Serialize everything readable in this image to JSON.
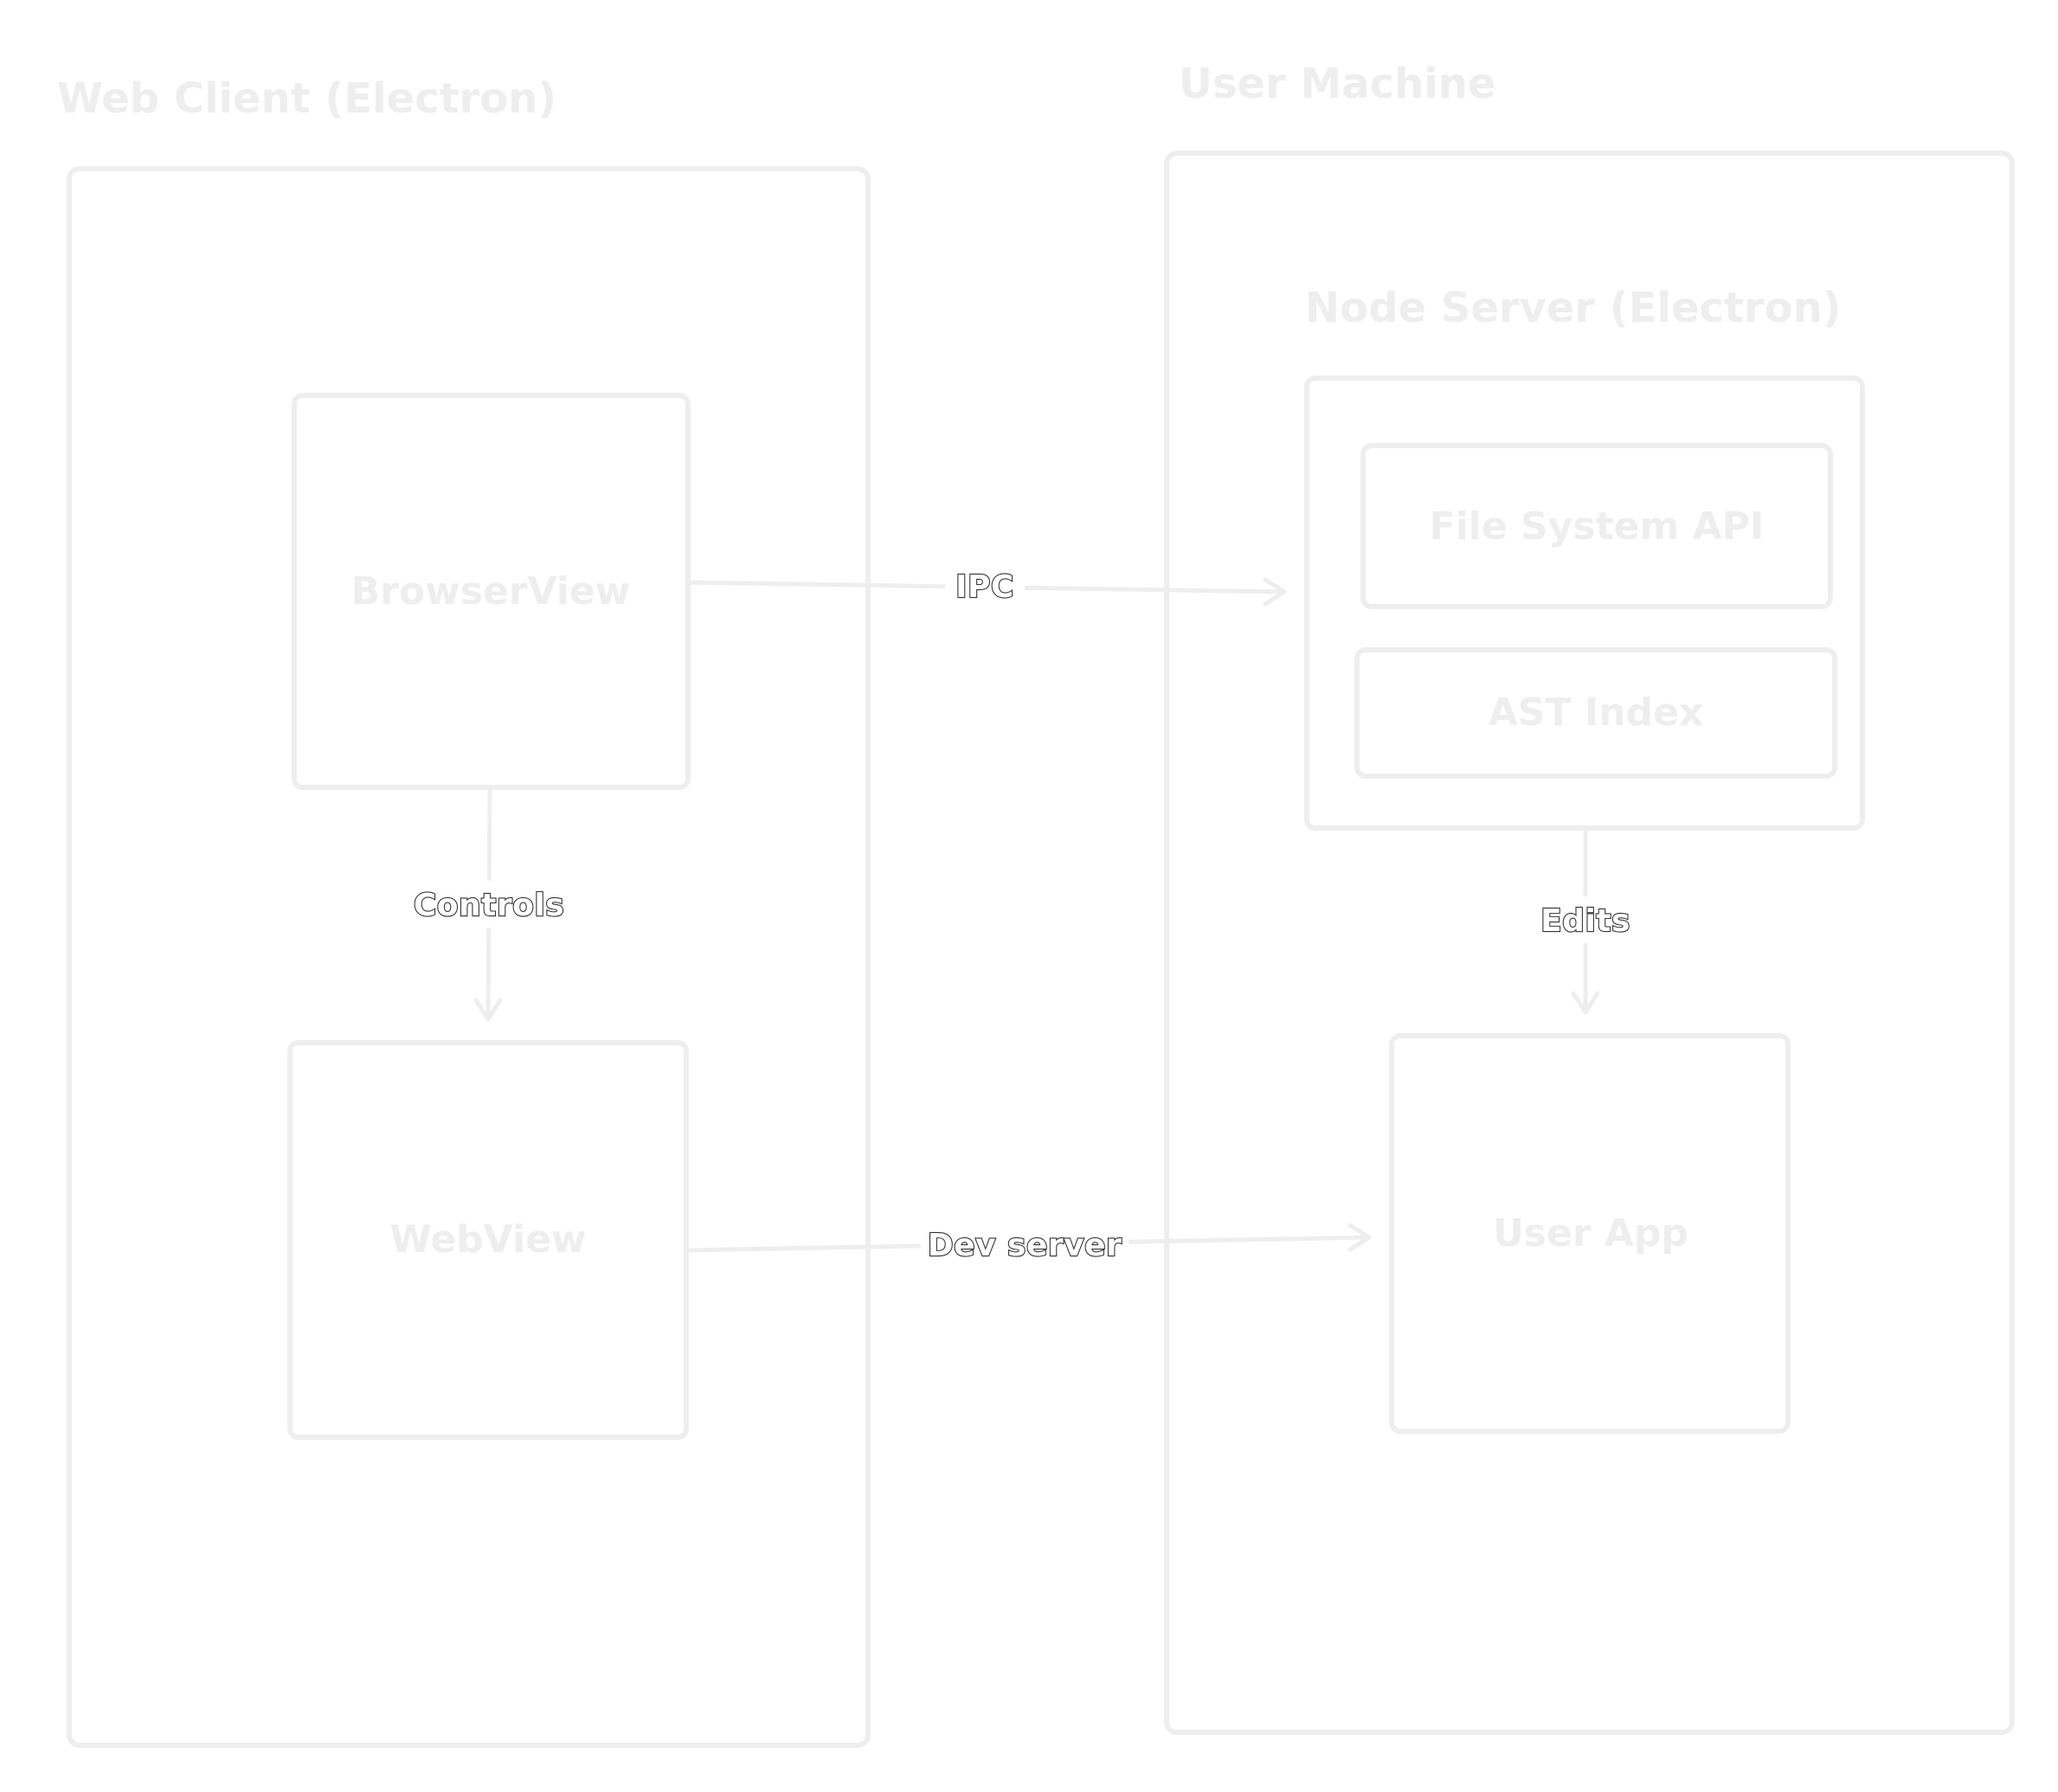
{
  "diagram": {
    "groups": {
      "web_client": {
        "title": "Web Client (Electron)"
      },
      "user_machine": {
        "title": "User Machine"
      },
      "node_server": {
        "title": "Node Server (Electron)"
      }
    },
    "nodes": {
      "browser_view": {
        "label": "BrowserView"
      },
      "web_view": {
        "label": "WebView"
      },
      "file_system_api": {
        "label": "File System API"
      },
      "ast_index": {
        "label": "AST Index"
      },
      "user_app": {
        "label": "User App"
      }
    },
    "edges": {
      "ipc": {
        "label": "IPC",
        "from": "BrowserView",
        "to": "Node Server (Electron)"
      },
      "controls": {
        "label": "Controls",
        "from": "BrowserView",
        "to": "WebView"
      },
      "edits": {
        "label": "Edits",
        "from": "Node Server (Electron)",
        "to": "User App"
      },
      "dev_server": {
        "label": "Dev server",
        "from": "WebView",
        "to": "User App"
      }
    },
    "colors": {
      "stroke": "#eeeeee",
      "text": "#eeeeee",
      "edge_label_fill": "#ffffff",
      "edge_label_outline": "#333333",
      "background": "#ffffff"
    }
  }
}
